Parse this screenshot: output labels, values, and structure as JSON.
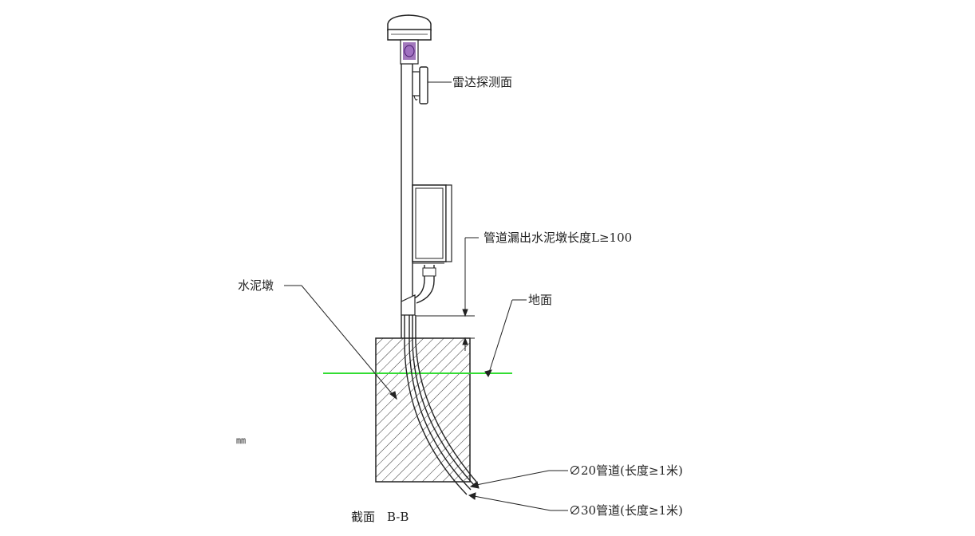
{
  "labels": {
    "radar_face": "雷达探测面",
    "pipe_exposure": "管道漏出水泥墩长度L≥100",
    "ground": "地面",
    "cement_pier": "水泥墩",
    "unit_mark": "㎜",
    "pipe20": "∅20管道(长度≥1米)",
    "pipe30": "∅30管道(长度≥1米)",
    "section": "截面　B-B"
  },
  "colors": {
    "line": "#222222",
    "ground_line": "#33dd33",
    "sensor_accent": "#7b3fa0"
  }
}
